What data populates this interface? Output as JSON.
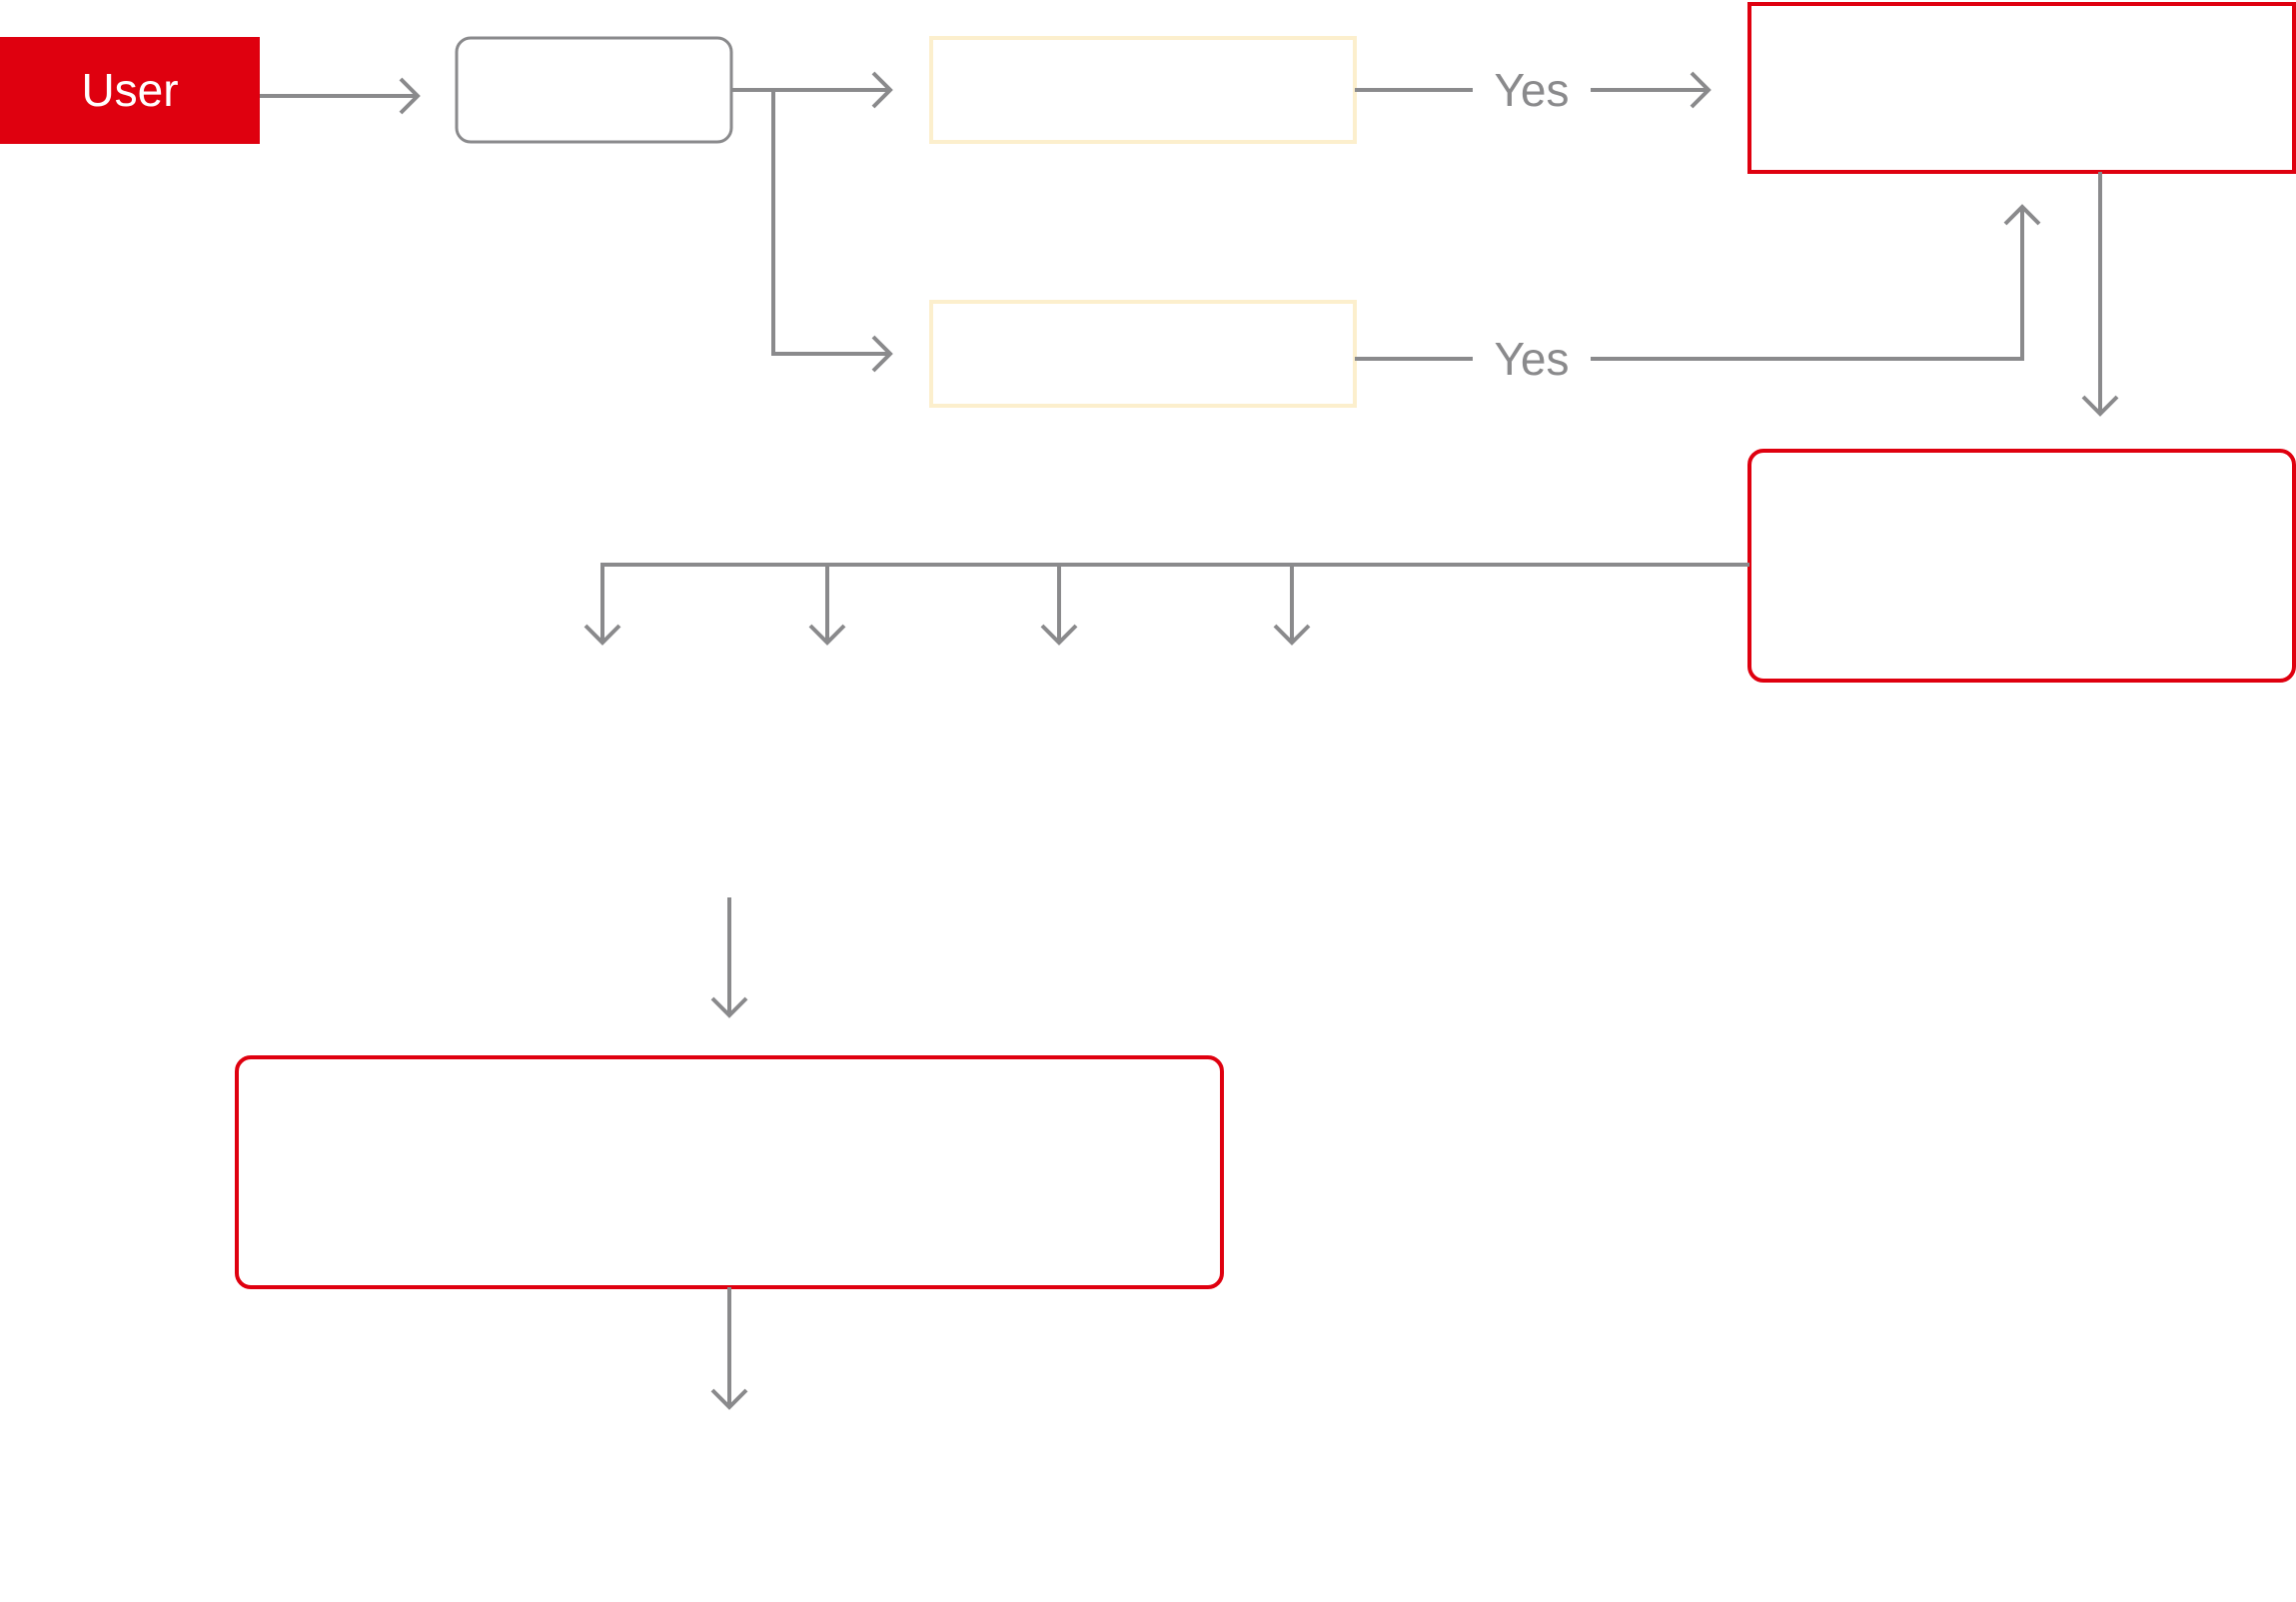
{
  "diagram": {
    "nodes": {
      "user": {
        "label": "User"
      }
    },
    "edges": {
      "yes_top": {
        "label": "Yes"
      },
      "yes_bottom": {
        "label": "Yes"
      }
    }
  },
  "colors": {
    "brand_red": "#DF000F",
    "connector_gray": "#8A8A8C",
    "decision_border": "#FCEFCD",
    "node_border_gray": "#8A8A8C",
    "background": "#FFFFFF",
    "label_on_red": "#FFFFFF"
  }
}
